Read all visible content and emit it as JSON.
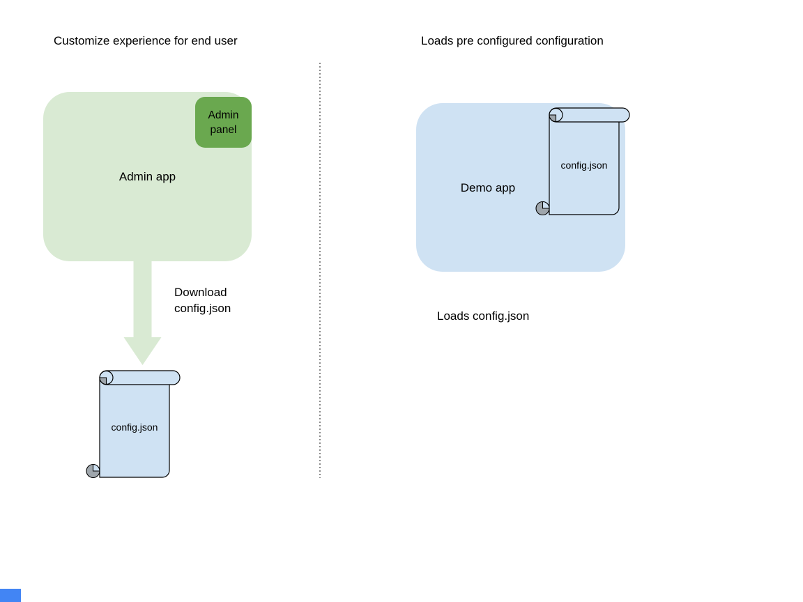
{
  "palette": {
    "app_green": "#d9ead3",
    "panel_green": "#6aa84f",
    "doc_blue": "#cfe2f3",
    "curl_gray": "#9fa6ac",
    "divider_gray": "#8a8a8a",
    "fragment_blue": "#4285f4",
    "text": "#000000"
  },
  "left": {
    "title": "Customize experience for end user",
    "admin_app_label": "Admin app",
    "admin_panel_label": "Admin panel",
    "download_line1": "Download",
    "download_line2": "config.json",
    "config_file_label": "config.json"
  },
  "right": {
    "title": "Loads pre configured configuration",
    "demo_app_label": "Demo app",
    "config_file_label": "config.json",
    "caption": "Loads config.json"
  }
}
